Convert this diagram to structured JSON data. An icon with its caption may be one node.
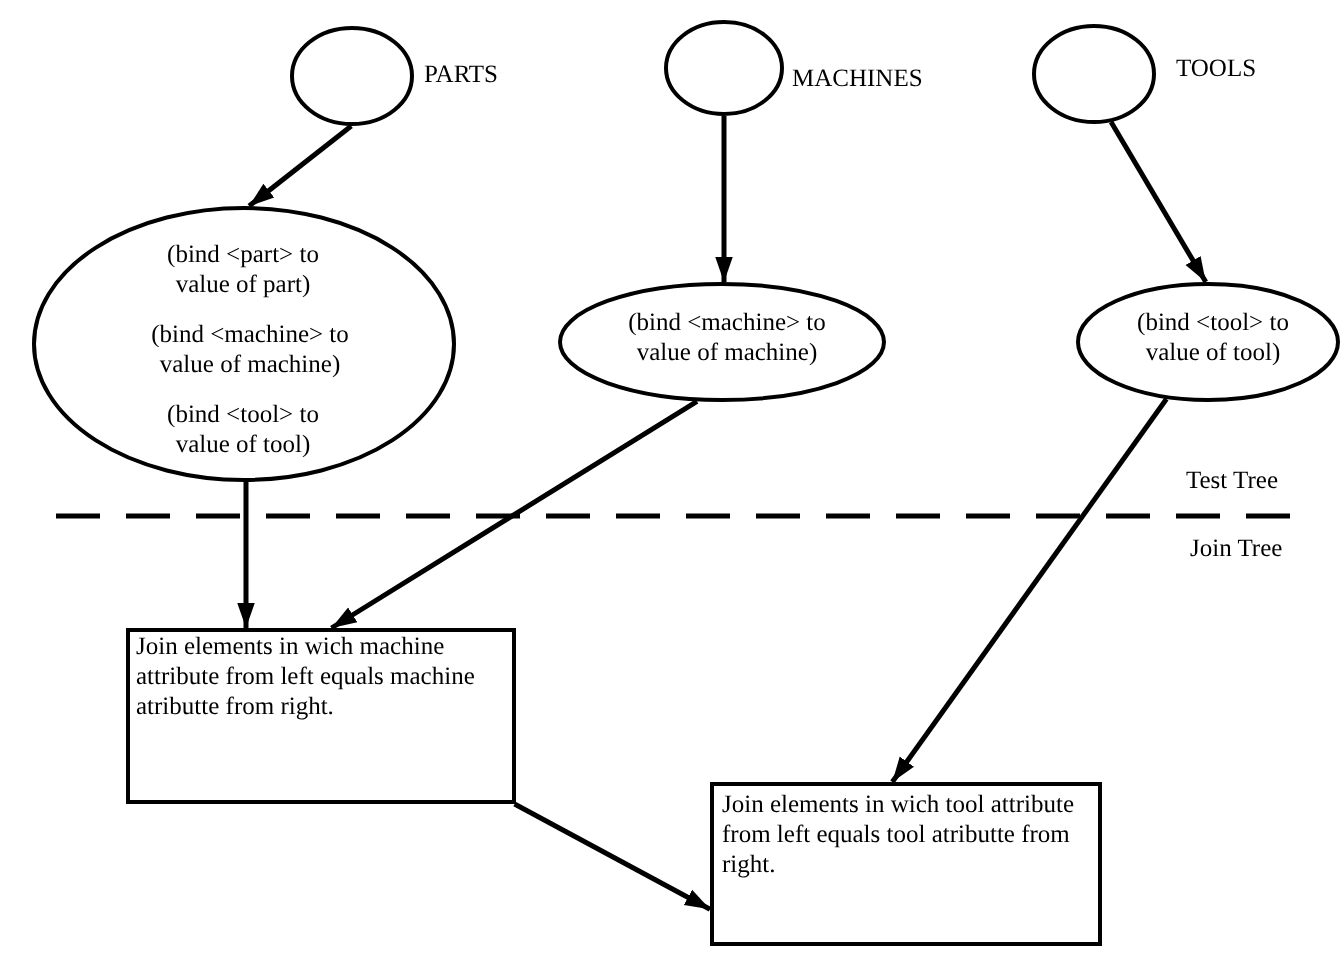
{
  "diagram": {
    "nodes": [
      {
        "text": [
          "PARTS"
        ]
      },
      {
        "text": [
          "MACHINES"
        ]
      },
      {
        "text": [
          "TOOLS"
        ]
      },
      {
        "text": [
          "(bind <part> to value of part)",
          "(bind <machine> to value of machine)",
          "(bind <tool> to value of tool)"
        ]
      },
      {
        "text": [
          "(bind <machine> to value of machine)"
        ]
      },
      {
        "text": [
          "(bind <tool> to value of tool)"
        ]
      },
      {
        "text": [
          "Join elements in wich machine attribute from left equals machine atributte from right."
        ]
      },
      {
        "text": [
          "Join elements in wich tool attribute from left equals tool atributte from right."
        ]
      }
    ],
    "edges": [
      {
        "from": 0,
        "to": 3,
        "arrow": "to"
      },
      {
        "from": 1,
        "to": 4,
        "arrow": "to"
      },
      {
        "from": 2,
        "to": 5,
        "arrow": "to"
      },
      {
        "from": 3,
        "to": 6,
        "arrow": "to"
      },
      {
        "from": 4,
        "to": 6,
        "arrow": "to"
      },
      {
        "from": 5,
        "to": 7,
        "arrow": "to"
      },
      {
        "from": 6,
        "to": 7,
        "arrow": "to"
      }
    ],
    "labels": [
      "Test Tree",
      "Join Tree"
    ]
  }
}
